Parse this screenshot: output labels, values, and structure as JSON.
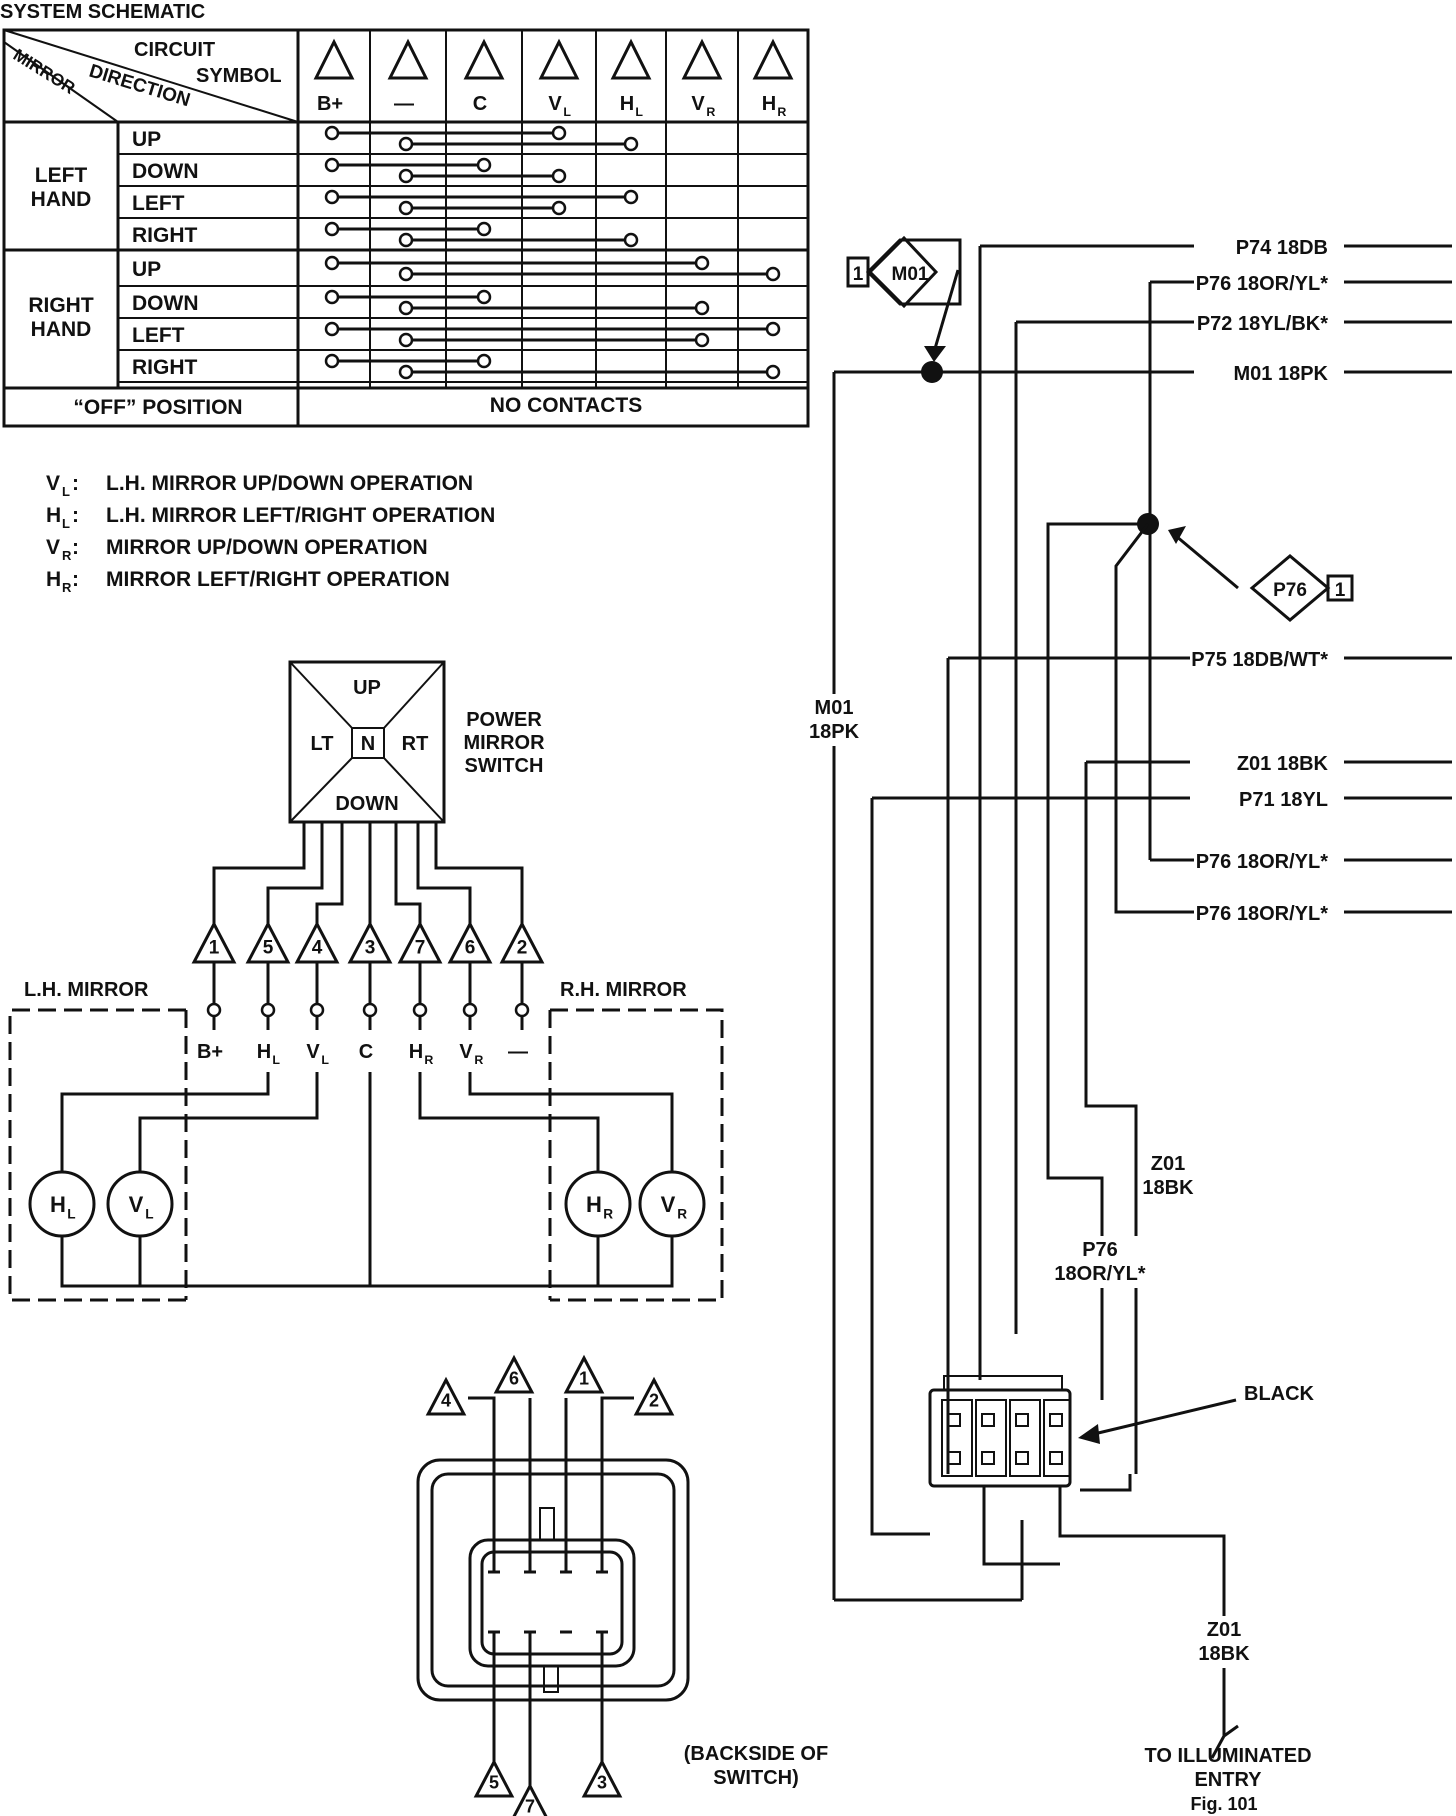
{
  "title": "SYSTEM SCHEMATIC",
  "table": {
    "hdr_circuit": "CIRCUIT",
    "hdr_symbol": "SYMBOL",
    "hdr_direction": "DIRECTION",
    "hdr_mirror": "MIRROR",
    "columns": [
      {
        "main": "B+",
        "sub": ""
      },
      {
        "main": "—",
        "sub": ""
      },
      {
        "main": "C",
        "sub": ""
      },
      {
        "main": "V",
        "sub": "L"
      },
      {
        "main": "H",
        "sub": "L"
      },
      {
        "main": "V",
        "sub": "R"
      },
      {
        "main": "H",
        "sub": "R"
      }
    ],
    "groups": [
      {
        "line1": "LEFT",
        "line2": "HAND",
        "rows": [
          {
            "direction": "UP",
            "contacts": [
              [
                0,
                3
              ],
              [
                1,
                4
              ]
            ]
          },
          {
            "direction": "DOWN",
            "contacts": [
              [
                0,
                2
              ],
              [
                1,
                3
              ]
            ]
          },
          {
            "direction": "LEFT",
            "contacts": [
              [
                0,
                4
              ],
              [
                1,
                3
              ]
            ]
          },
          {
            "direction": "RIGHT",
            "contacts": [
              [
                0,
                2
              ],
              [
                1,
                4
              ]
            ]
          }
        ]
      },
      {
        "line1": "RIGHT",
        "line2": "HAND",
        "rows": [
          {
            "direction": "UP",
            "contacts": [
              [
                0,
                5
              ],
              [
                1,
                6
              ]
            ]
          },
          {
            "direction": "DOWN",
            "contacts": [
              [
                0,
                2
              ],
              [
                1,
                5
              ]
            ]
          },
          {
            "direction": "LEFT",
            "contacts": [
              [
                0,
                6
              ],
              [
                1,
                5
              ]
            ]
          },
          {
            "direction": "RIGHT",
            "contacts": [
              [
                0,
                2
              ],
              [
                1,
                6
              ]
            ]
          }
        ]
      }
    ],
    "off_label": "“OFF” POSITION",
    "off_value": "NO CONTACTS"
  },
  "legend": [
    {
      "sym": "V",
      "sub": "L",
      "sep": ":",
      "text": "L.H. MIRROR UP/DOWN OPERATION"
    },
    {
      "sym": "H",
      "sub": "L",
      "sep": ":",
      "text": "L.H. MIRROR LEFT/RIGHT OPERATION"
    },
    {
      "sym": "V",
      "sub": "R",
      "sep": ":",
      "text": "MIRROR UP/DOWN OPERATION"
    },
    {
      "sym": "H",
      "sub": "R",
      "sep": ":",
      "text": "MIRROR LEFT/RIGHT OPERATION"
    }
  ],
  "switch_block": {
    "up": "UP",
    "down": "DOWN",
    "lt": "LT",
    "rt": "RT",
    "n": "N",
    "name_lines": [
      "POWER",
      "MIRROR",
      "SWITCH"
    ]
  },
  "terminals": [
    "1",
    "5",
    "4",
    "3",
    "7",
    "6",
    "2"
  ],
  "terminal_labels": [
    {
      "main": "B+",
      "sub": ""
    },
    {
      "main": "H",
      "sub": "L"
    },
    {
      "main": "V",
      "sub": "L"
    },
    {
      "main": "C",
      "sub": ""
    },
    {
      "main": "H",
      "sub": "R"
    },
    {
      "main": "V",
      "sub": "R"
    },
    {
      "main": "—",
      "sub": ""
    }
  ],
  "lh_mirror": "L.H. MIRROR",
  "rh_mirror": "R.H. MIRROR",
  "motors": [
    {
      "main": "H",
      "sub": "L"
    },
    {
      "main": "V",
      "sub": "L"
    },
    {
      "main": "H",
      "sub": "R"
    },
    {
      "main": "V",
      "sub": "R"
    }
  ],
  "backside": {
    "top_pins": [
      "4",
      "6",
      "1",
      "2"
    ],
    "bottom_pins": [
      "5",
      "7",
      "3"
    ],
    "note_lines": [
      "(BACKSIDE OF",
      "SWITCH)"
    ]
  },
  "wiring": {
    "wire_labels": [
      "P74 18DB",
      "P76 18OR/YL*",
      "P72 18YL/BK*",
      "M01 18PK",
      "P75 18DB/WT*",
      "Z01 18BK",
      "P71 18YL",
      "P76 18OR/YL*",
      "P76 18OR/YL*"
    ],
    "m01_connector": {
      "num": "1",
      "name": "M01"
    },
    "p76_connector": {
      "num": "1",
      "name": "P76"
    },
    "m01_vertical": [
      "M01",
      "18PK"
    ],
    "z01_vertical": [
      "Z01",
      "18BK"
    ],
    "p76_vertical": [
      "P76",
      "18OR/YL*"
    ],
    "z01_bottom": [
      "Z01",
      "18BK"
    ],
    "black_label": "BLACK",
    "dest_lines": [
      "TO ILLUMINATED",
      "ENTRY"
    ],
    "fig": "Fig. 101"
  }
}
